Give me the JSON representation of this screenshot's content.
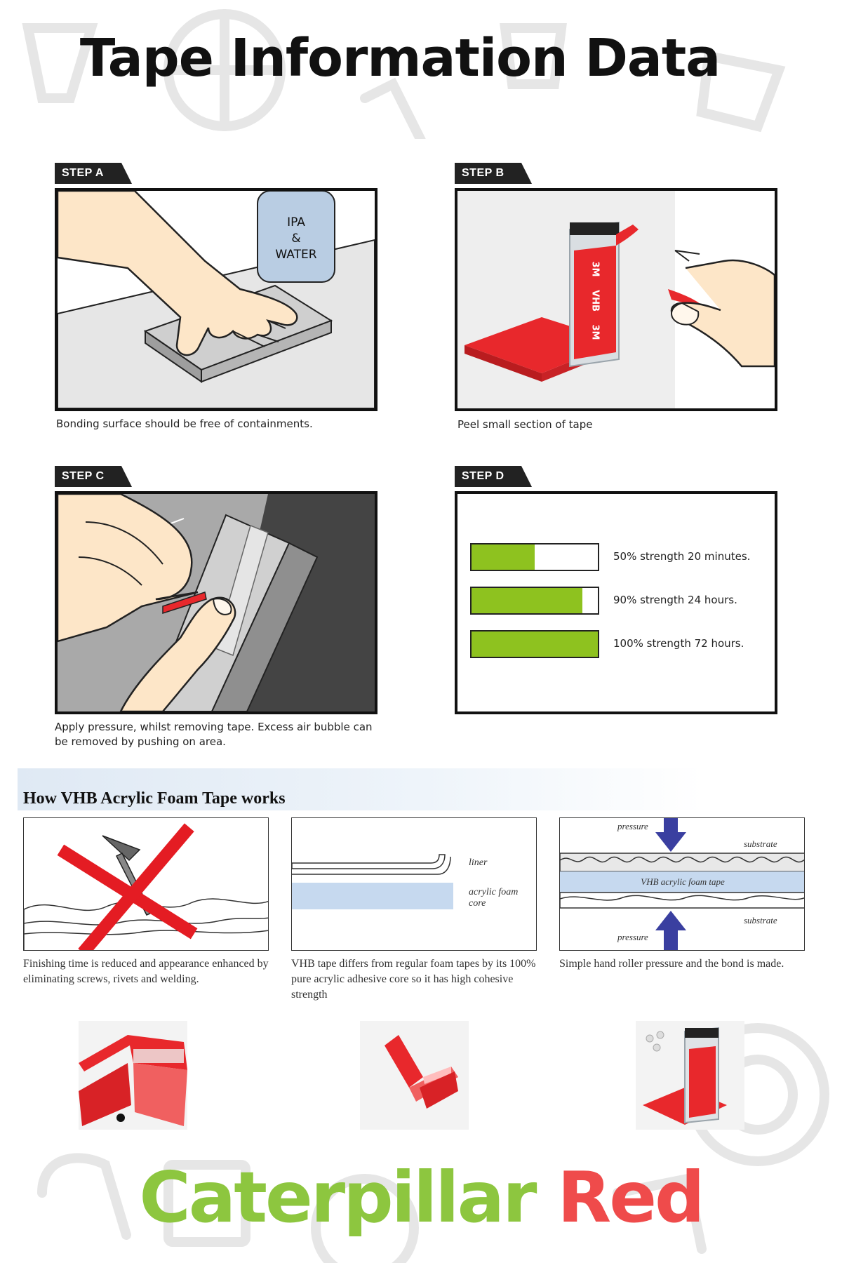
{
  "title": "Tape Information Data",
  "steps": {
    "a": {
      "label": "STEP A",
      "caption": "Bonding surface should be free of containments.",
      "sign": [
        "IPA",
        "&",
        "WATER"
      ]
    },
    "b": {
      "label": "STEP B",
      "caption": "Peel small section of tape",
      "tape_text": [
        "3M",
        "VHB",
        "3M"
      ]
    },
    "c": {
      "label": "STEP C",
      "caption": "Apply pressure, whilst removing tape. Excess air bubble can be removed by pushing on area."
    },
    "d": {
      "label": "STEP D",
      "bars": [
        {
          "text": "50% strength 20 minutes.",
          "fill": 0.5
        },
        {
          "text": "90% strength 24 hours.",
          "fill": 0.88
        },
        {
          "text": "100% strength 72 hours.",
          "fill": 1.0
        }
      ]
    }
  },
  "vhb": {
    "title": "How VHB Acrylic Foam Tape works",
    "panels": [
      {
        "caption": "Finishing time is reduced and appearance enhanced by eliminating screws, rivets and welding."
      },
      {
        "caption": "VHB tape differs from regular foam tapes by its 100% pure acrylic adhesive core so it has high cohesive strength",
        "liner": "liner",
        "core_line1": "acrylic foam",
        "core_line2": "core"
      },
      {
        "caption": "Simple hand roller pressure and the bond is made.",
        "pressure_top": "pressure",
        "substrate_top": "substrate",
        "tape": "VHB acrylic foam tape",
        "substrate_bottom": "substrate",
        "pressure_bottom": "pressure"
      }
    ]
  },
  "brand": {
    "part1": "Caterpillar",
    "part2": "Red"
  },
  "colors": {
    "tab": "#222222",
    "bar_fill": "#8ec21f",
    "brand_green": "#8dc63f",
    "brand_red": "#ef4b4b",
    "tape_red": "#e8282c",
    "arrow_blue": "#3a3fa0"
  }
}
